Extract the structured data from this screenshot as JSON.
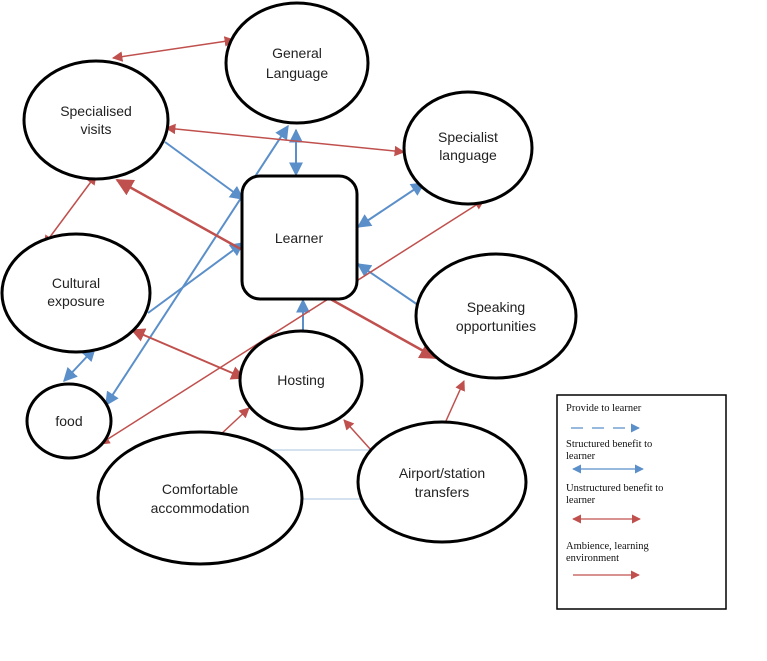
{
  "colors": {
    "blue": "#5b8fc9",
    "red": "#c0504d",
    "outline": "#000000"
  },
  "nodes": {
    "learner": "Learner",
    "general_language_1": "General",
    "general_language_2": "Language",
    "specialised_visits_1": "Specialised",
    "specialised_visits_2": "visits",
    "specialist_language_1": "Specialist",
    "specialist_language_2": "language",
    "cultural_exposure_1": "Cultural",
    "cultural_exposure_2": "exposure",
    "speaking_opportunities_1": "Speaking",
    "speaking_opportunities_2": "opportunities",
    "food": "food",
    "hosting": "Hosting",
    "comfortable_accommodation_1": "Comfortable",
    "comfortable_accommodation_2": "accommodation",
    "airport_transfers_1": "Airport/station",
    "airport_transfers_2": "transfers"
  },
  "legend": {
    "provide_to_learner": "Provide to learner",
    "structured_1": "Structured benefit to",
    "structured_2": "learner",
    "unstructured_1": "Unstructured benefit to",
    "unstructured_2": "learner",
    "ambience_1": "Ambience, learning",
    "ambience_2": "environment"
  }
}
